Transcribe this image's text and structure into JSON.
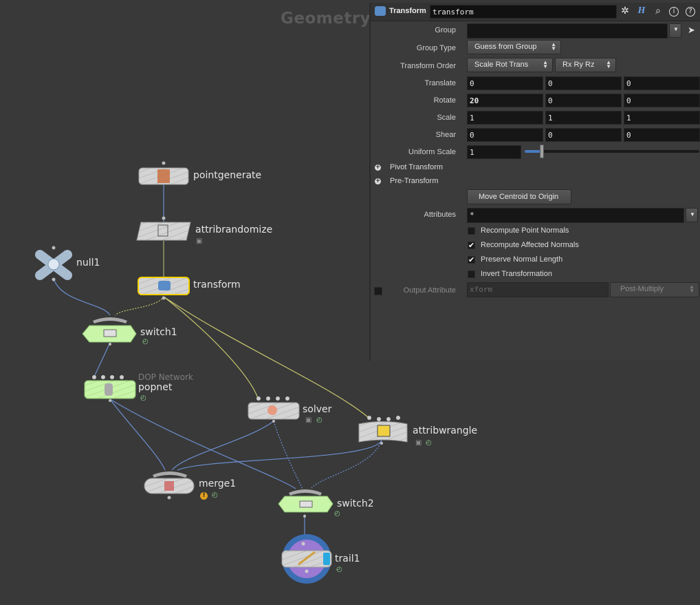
{
  "network": {
    "context_title": "Geometry",
    "nodes": {
      "pointgenerate": {
        "label": "pointgenerate"
      },
      "attribrandomize": {
        "label": "attribrandomize"
      },
      "transform": {
        "label": "transform"
      },
      "null1": {
        "label": "null1"
      },
      "switch1": {
        "label": "switch1"
      },
      "popnet": {
        "label": "popnet",
        "type_label": "DOP Network"
      },
      "solver": {
        "label": "solver"
      },
      "attribwrangle": {
        "label": "attribwrangle"
      },
      "merge1": {
        "label": "merge1"
      },
      "switch2": {
        "label": "switch2"
      },
      "trail1": {
        "label": "trail1"
      }
    },
    "flag_glyph": "◴",
    "lock_glyph": "🔒",
    "warning_glyph": "!"
  },
  "params": {
    "node_type": "Transform",
    "node_name": "transform",
    "header_icons": [
      "gear-icon",
      "help-h-icon",
      "search-icon",
      "info-icon",
      "question-icon"
    ],
    "group": {
      "label": "Group",
      "value": ""
    },
    "group_type": {
      "label": "Group Type",
      "value": "Guess from Group"
    },
    "transform_order": {
      "label": "Transform Order",
      "value": "Scale Rot Trans",
      "rot_value": "Rx Ry Rz"
    },
    "translate": {
      "label": "Translate",
      "x": "0",
      "y": "0",
      "z": "0"
    },
    "rotate": {
      "label": "Rotate",
      "x": "20",
      "y": "0",
      "z": "0"
    },
    "scale": {
      "label": "Scale",
      "x": "1",
      "y": "1",
      "z": "1"
    },
    "shear": {
      "label": "Shear",
      "x": "0",
      "y": "0",
      "z": "0"
    },
    "uniform_scale": {
      "label": "Uniform Scale",
      "value": "1"
    },
    "pivot_transform": "Pivot Transform",
    "pre_transform": "Pre-Transform",
    "move_centroid": "Move Centroid to Origin",
    "attributes": {
      "label": "Attributes",
      "value": "*"
    },
    "checkboxes": {
      "recompute_point_normals": {
        "label": "Recompute Point Normals",
        "checked": false,
        "mark": ""
      },
      "recompute_affected_normals": {
        "label": "Recompute Affected Normals",
        "checked": true,
        "mark": "✔"
      },
      "preserve_normal_length": {
        "label": "Preserve Normal Length",
        "checked": true,
        "mark": "✔"
      },
      "invert_transformation": {
        "label": "Invert Transformation",
        "checked": false,
        "mark": ""
      }
    },
    "output_attribute": {
      "label": "Output Attribute",
      "value": "xform",
      "mode": "Post-Multiply"
    },
    "colors": {
      "field_bg": "#161616",
      "panel_bg": "#3b3b3b",
      "selected_node": "#f5d000",
      "sop_green": "#c8f5a8"
    }
  }
}
